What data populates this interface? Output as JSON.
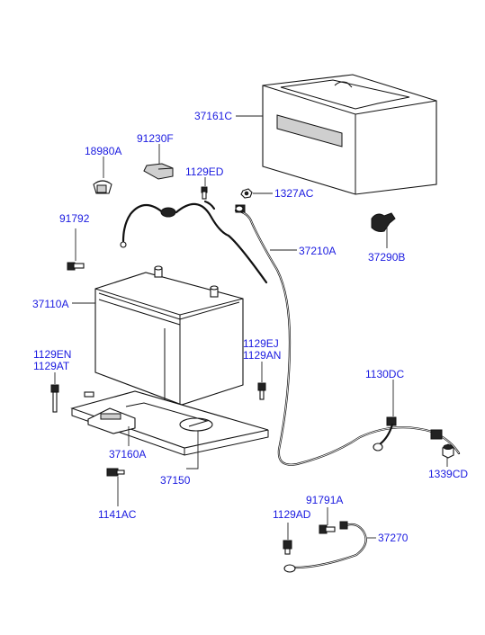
{
  "diagram": {
    "labels": {
      "cover": "37161C",
      "bracket_cap": "91230F",
      "clip": "18980A",
      "bolt_1129ED": "1129ED",
      "nut": "1327AC",
      "bolt_91792": "91792",
      "positive_cable": "37210A",
      "terminal_cap": "37290B",
      "battery": "37110A",
      "bolt_1129EN": "1129EN",
      "bolt_1129AT": "1129AT",
      "bolt_1129EJ": "1129EJ",
      "bolt_1129AN": "1129AN",
      "clamp_1130DC": "1130DC",
      "clamp": "37160A",
      "tray": "37150",
      "cap_1339CD": "1339CD",
      "bolt_1141AC": "1141AC",
      "bolt_91791A": "91791A",
      "bolt_1129AD": "1129AD",
      "ground_cable": "37270"
    },
    "label_color": "#1a1ae0",
    "line_color": "#222222"
  }
}
